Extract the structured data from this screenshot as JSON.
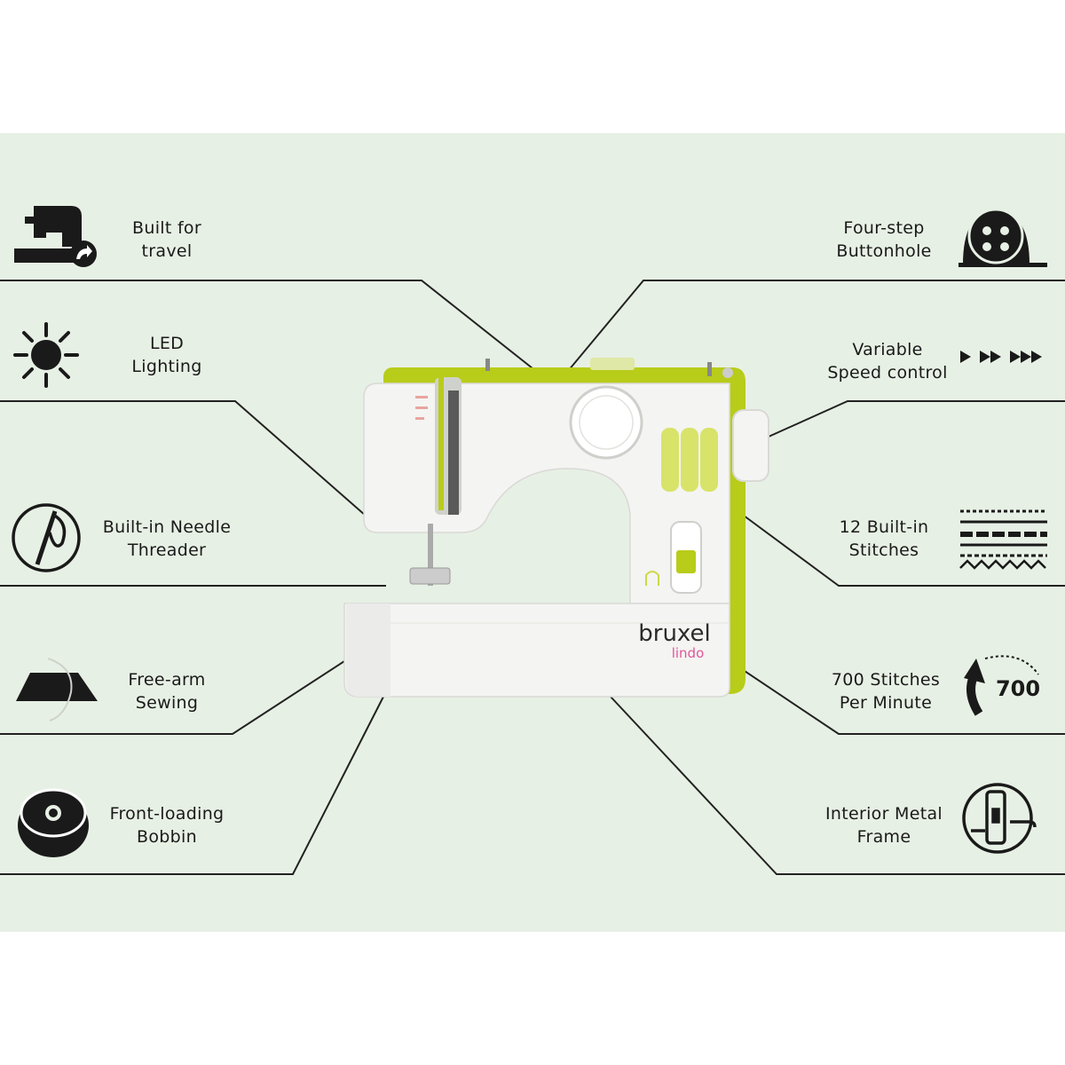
{
  "features_left": [
    {
      "line1": "Built for",
      "line2": "travel",
      "icon": "travel-machine-icon"
    },
    {
      "line1": "LED",
      "line2": "Lighting",
      "icon": "sun-icon"
    },
    {
      "line1": "Built-in Needle",
      "line2": "Threader",
      "icon": "needle-threader-icon"
    },
    {
      "line1": "Free-arm",
      "line2": "Sewing",
      "icon": "free-arm-icon"
    },
    {
      "line1": "Front-loading",
      "line2": "Bobbin",
      "icon": "bobbin-icon"
    }
  ],
  "features_right": [
    {
      "line1": "Four-step",
      "line2": "Buttonhole",
      "icon": "button-icon"
    },
    {
      "line1": "Variable",
      "line2": "Speed control",
      "icon": "speed-arrows-icon"
    },
    {
      "line1": "12 Built-in",
      "line2": "Stitches",
      "icon": "stitches-icon"
    },
    {
      "line1": "700 Stitches",
      "line2": "Per Minute",
      "icon": "rotate-700-icon",
      "icon_text": "700"
    },
    {
      "line1": "Interior Metal",
      "line2": "Frame",
      "icon": "metal-frame-icon"
    }
  ],
  "product": {
    "brand": "bruxel",
    "model": "lindo"
  },
  "colors": {
    "background_panel": "#e7f0e4",
    "machine_accent": "#b8cc1a",
    "machine_body": "#f4f4f2",
    "model_text": "#e0559a"
  }
}
